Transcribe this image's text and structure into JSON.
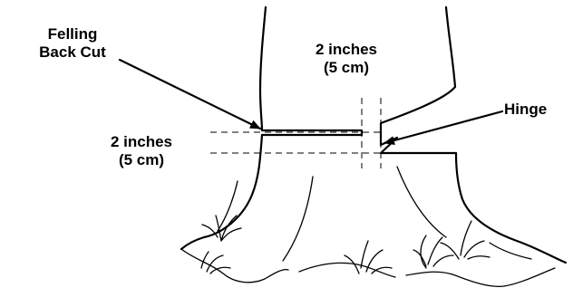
{
  "labels": {
    "felling_back_cut": [
      "Felling",
      "Back Cut"
    ],
    "hinge": "Hinge",
    "top_dimension": [
      "2 inches",
      "(5 cm)"
    ],
    "left_dimension": [
      "2 inches",
      "(5 cm)"
    ]
  }
}
